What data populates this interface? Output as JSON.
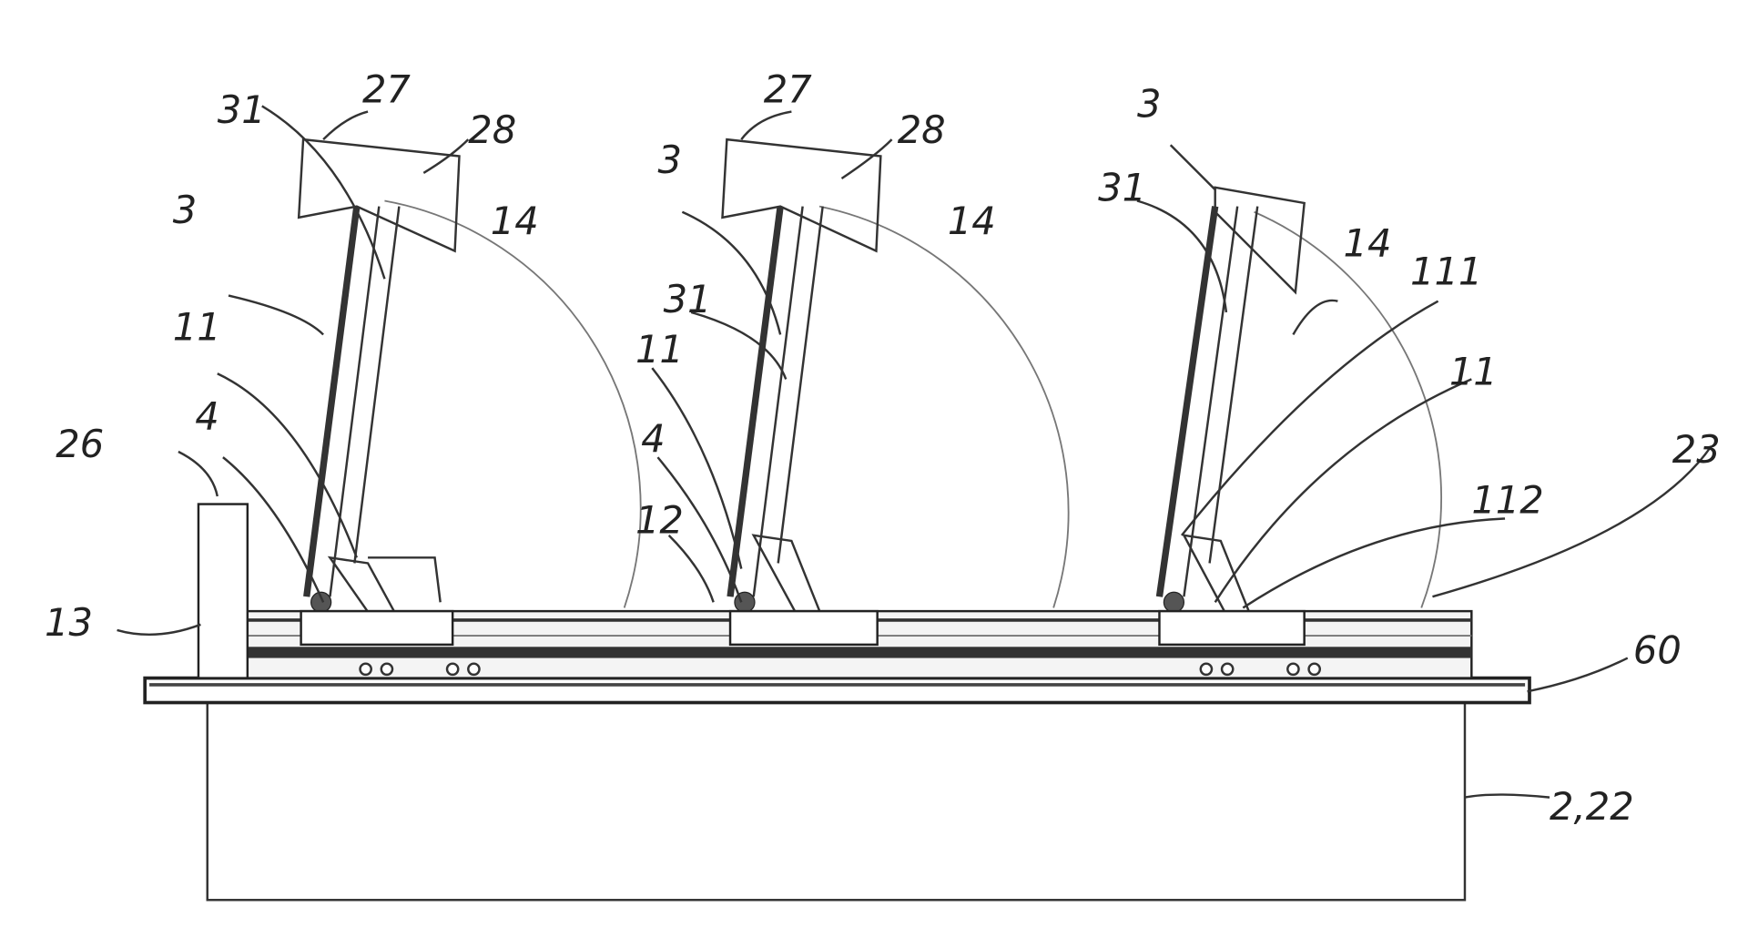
{
  "figure": {
    "labels": {
      "l27a": "27",
      "l28a": "28",
      "l31a": "31",
      "l3a": "3",
      "l14a": "14",
      "l11a": "11",
      "l4a": "4",
      "l26": "26",
      "l13": "13",
      "l27b": "27",
      "l28b": "28",
      "l3b": "3",
      "l31b": "31",
      "l14b": "14",
      "l11b": "11",
      "l4b": "4",
      "l12": "12",
      "l3c": "3",
      "l31c": "31",
      "l14c": "14",
      "l111": "111",
      "l11c": "11",
      "l112": "112",
      "l23": "23",
      "l60": "60",
      "l222": "2,22"
    }
  }
}
